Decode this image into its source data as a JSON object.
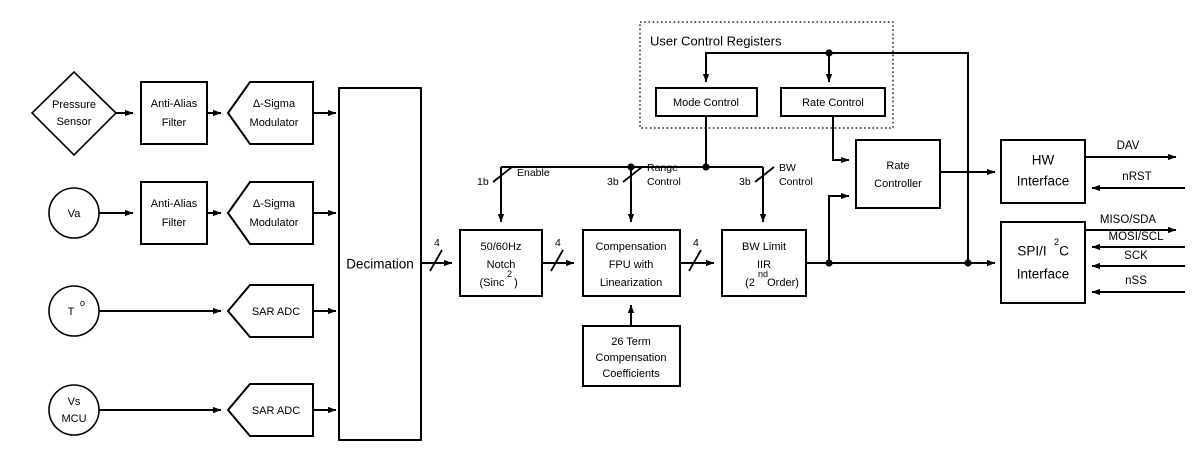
{
  "diagram": {
    "title": "Pressure sensor signal chain block diagram",
    "inputs": [
      {
        "id": "pressure-sensor",
        "label_line1": "Pressure",
        "label_line2": "Sensor",
        "shape": "diamond"
      },
      {
        "id": "va",
        "label_line1": "Va",
        "label_line2": "",
        "shape": "circle"
      },
      {
        "id": "temperature",
        "label_line1": "T",
        "label_sup": "o",
        "label_line2": "",
        "shape": "circle"
      },
      {
        "id": "vs-mcu",
        "label_line1": "Vs",
        "label_line2": "MCU",
        "shape": "circle"
      }
    ],
    "analog_front_end": [
      {
        "id": "anti-alias-filter-1",
        "line1": "Anti-Alias",
        "line2": "Filter"
      },
      {
        "id": "delta-sigma-modulator-1",
        "line1": "Δ-Sigma",
        "line2": "Modulator"
      },
      {
        "id": "anti-alias-filter-2",
        "line1": "Anti-Alias",
        "line2": "Filter"
      },
      {
        "id": "delta-sigma-modulator-2",
        "line1": "Δ-Sigma",
        "line2": "Modulator"
      },
      {
        "id": "sar-adc-1",
        "line1": "SAR ADC"
      },
      {
        "id": "sar-adc-2",
        "line1": "SAR ADC"
      }
    ],
    "decimation": {
      "label": "Decimation"
    },
    "chain": {
      "notch": {
        "line1": "50/60Hz",
        "line2": "Notch",
        "line3_pre": "(Sinc",
        "line3_sup": "2",
        "line3_post": ")"
      },
      "compensation": {
        "line1": "Compensation",
        "line2": "FPU with",
        "line3": "Linearization"
      },
      "bw_limit": {
        "line1": "BW Limit",
        "line2": "IIR",
        "line3_pre": "(2",
        "line3_sup": "nd",
        "line3_post": " Order)"
      },
      "coefficients": {
        "line1": "26 Term",
        "line2": "Compensation",
        "line3": "Coefficients"
      }
    },
    "bus_widths": [
      {
        "id": "bus-decimation-out",
        "value": "4"
      },
      {
        "id": "bus-notch-out",
        "value": "4"
      },
      {
        "id": "bus-compensation-out",
        "value": "4"
      }
    ],
    "control_registers": {
      "group_label": "User Control Registers",
      "mode_control": "Mode Control",
      "rate_control": "Rate Control"
    },
    "control_signals": [
      {
        "id": "enable",
        "width": "1b",
        "line1": "Enable",
        "line2": ""
      },
      {
        "id": "range-control",
        "width": "3b",
        "line1": "Range",
        "line2": "Control"
      },
      {
        "id": "bw-control",
        "width": "3b",
        "line1": "BW",
        "line2": "Control"
      }
    ],
    "rate_controller": {
      "line1": "Rate",
      "line2": "Controller"
    },
    "interfaces": [
      {
        "id": "hw-interface",
        "line1": "HW",
        "line2": "Interface"
      },
      {
        "id": "spi-i2c-interface",
        "line1_pre": "SPI/I",
        "line1_sup": "2",
        "line1_post": "C",
        "line2": "Interface"
      }
    ],
    "io_signals": [
      {
        "id": "dav",
        "label": "DAV",
        "direction": "out"
      },
      {
        "id": "nrst",
        "label": "nRST",
        "direction": "in"
      },
      {
        "id": "miso-sda",
        "label": "MISO/SDA",
        "direction": "out"
      },
      {
        "id": "mosi-scl",
        "label": "MOSI/SCL",
        "direction": "in"
      },
      {
        "id": "sck",
        "label": "SCK",
        "direction": "in"
      },
      {
        "id": "nss",
        "label": "nSS",
        "direction": "in"
      }
    ],
    "colors": {
      "stroke": "#000000",
      "fill": "#ffffff",
      "text": "#000000"
    }
  }
}
